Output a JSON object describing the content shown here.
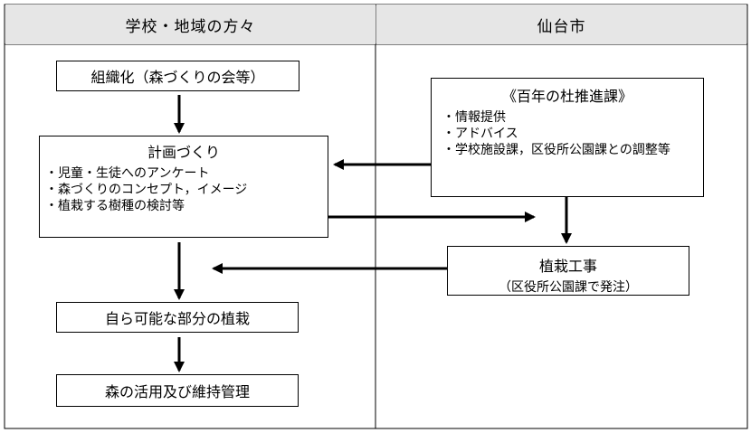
{
  "headers": {
    "left": "学校・地域の方々",
    "right": "仙台市"
  },
  "left": {
    "organize": "組織化（森づくりの会等）",
    "plan": {
      "title": "計画づくり",
      "items": [
        "児童・生徒へのアンケート",
        "森づくりのコンセプト，イメージ",
        "植栽する樹種の検討等"
      ]
    },
    "self_planting": "自ら可能な部分の植栽",
    "management": "森の活用及び維持管理"
  },
  "right": {
    "dept": {
      "title": "《百年の杜推進課》",
      "items": [
        "情報提供",
        "アドバイス",
        "学校施設課，区役所公園課との調整等"
      ]
    },
    "planting_work": {
      "title": "植栽工事",
      "subtitle": "（区役所公園課で発注）"
    }
  }
}
